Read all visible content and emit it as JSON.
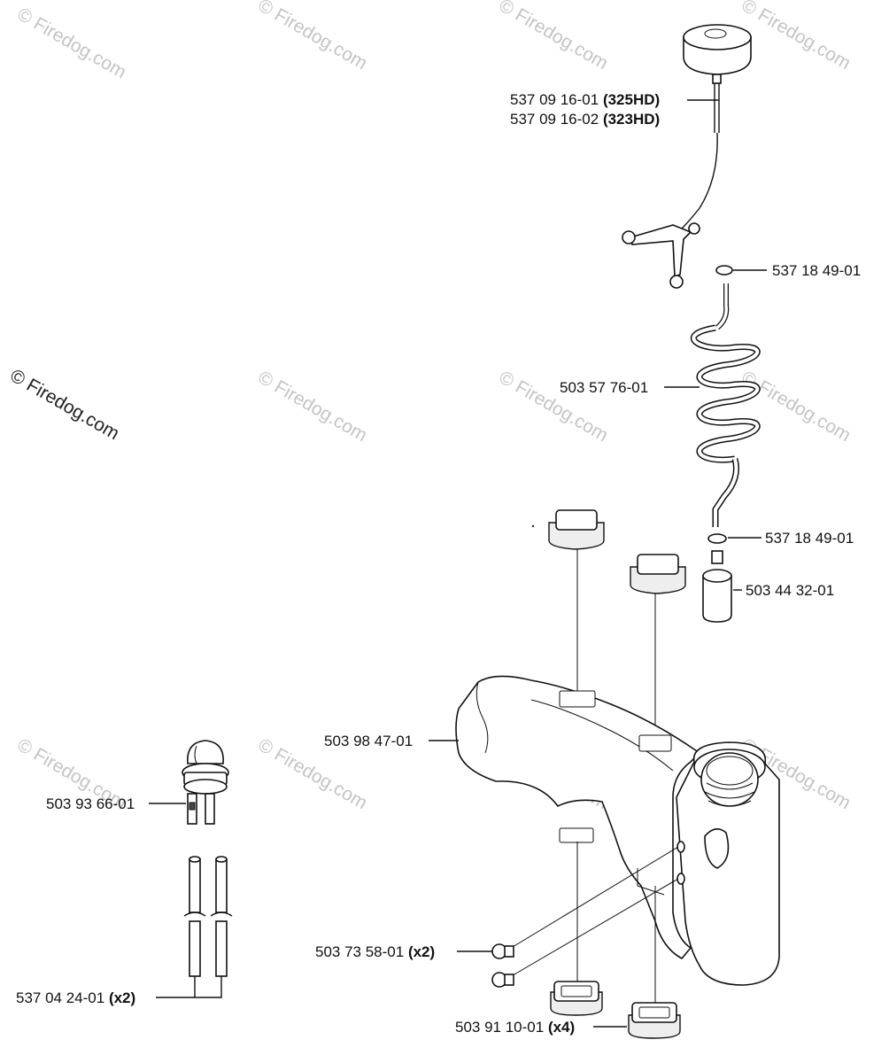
{
  "watermark": "© Firedog.com",
  "parts": {
    "cap_a": {
      "number": "537 09 16-01",
      "model": "(325HD)"
    },
    "cap_b": {
      "number": "537 09 16-02",
      "model": "(323HD)"
    },
    "ring_top": {
      "number": "537 18 49-01"
    },
    "fuel_hose": {
      "number": "503 57 76-01"
    },
    "ring_bottom": {
      "number": "537 18 49-01"
    },
    "fuel_filter": {
      "number": "503 44 32-01"
    },
    "fuel_tank": {
      "number": "503 98 47-01"
    },
    "primer_bulb": {
      "number": "503 93 66-01"
    },
    "screw": {
      "number": "503 73 58-01",
      "qty": "(x2)"
    },
    "pipe": {
      "number": "537 04 24-01",
      "qty": "(x2)"
    },
    "damper": {
      "number": "503 91 10-01",
      "qty": "(x4)"
    }
  }
}
